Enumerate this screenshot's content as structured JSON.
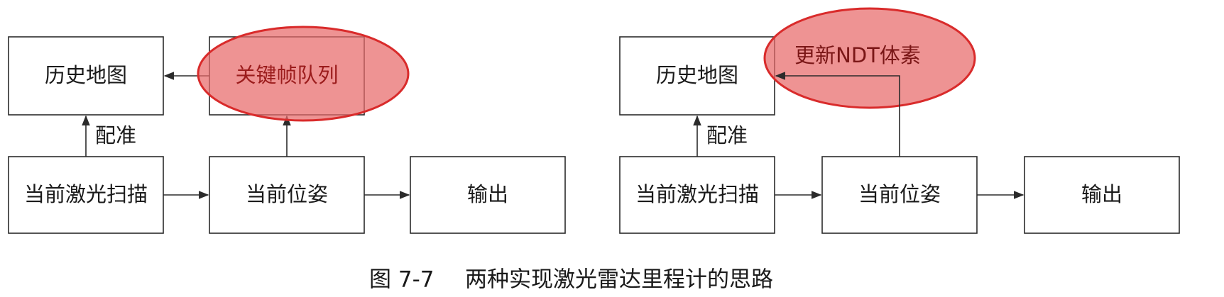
{
  "diagram_left": {
    "history_map": "历史地图",
    "keyframe_queue": "关键帧队列",
    "registration": "配准",
    "current_scan": "当前激光扫描",
    "current_pose": "当前位姿",
    "output": "输出"
  },
  "diagram_right": {
    "history_map": "历史地图",
    "update_ndt": "更新NDT体素",
    "registration": "配准",
    "current_scan": "当前激光扫描",
    "current_pose": "当前位姿",
    "output": "输出"
  },
  "caption": {
    "number": "图 7-7",
    "title": "两种实现激光雷达里程计的思路"
  },
  "colors": {
    "highlight_fill": "#e86a6a",
    "highlight_stroke": "#d92b2b",
    "box_stroke": "#2b2b2b"
  }
}
